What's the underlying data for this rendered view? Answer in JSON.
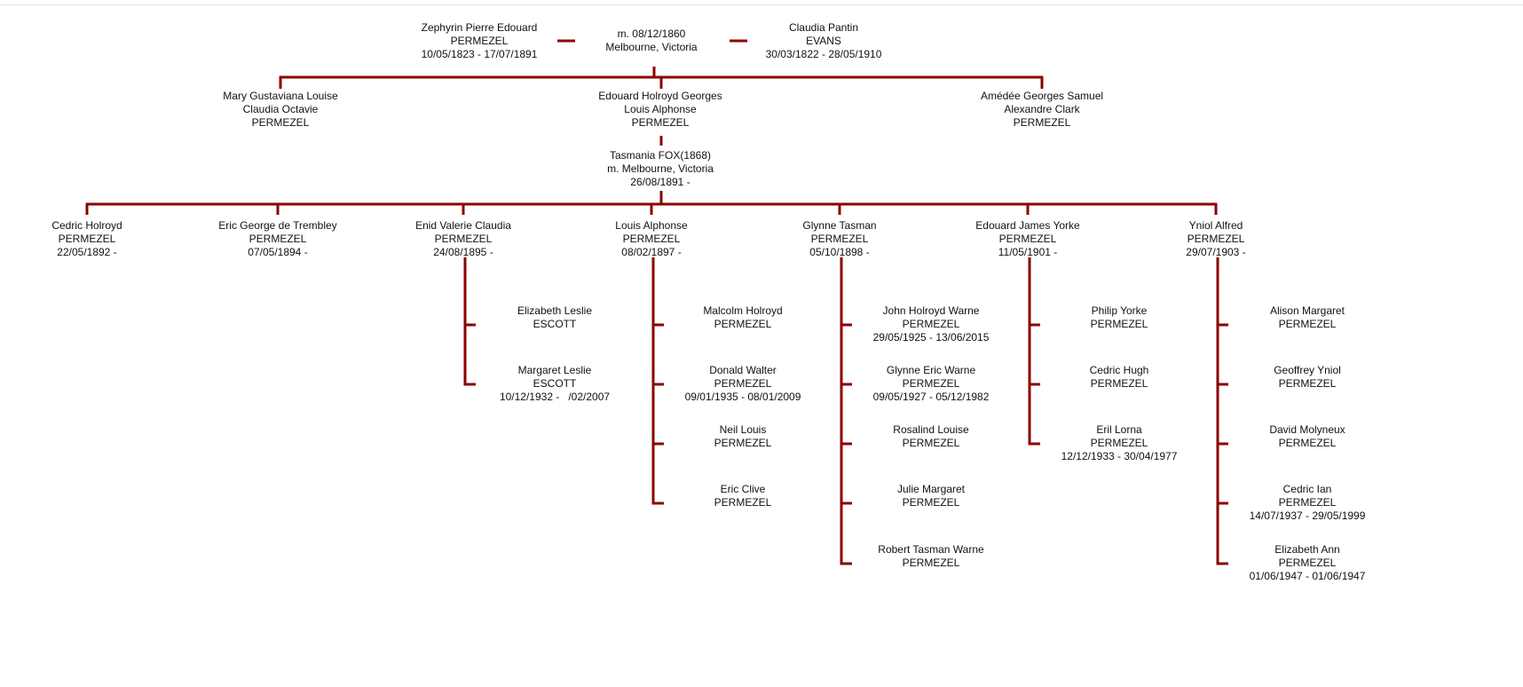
{
  "colors": {
    "line": "#8b0000",
    "text": "#111111",
    "background": "#ffffff"
  },
  "root": {
    "husband": {
      "lines": [
        "Zephyrin Pierre Edouard",
        "PERMEZEL",
        "10/05/1823 - 17/07/1891"
      ]
    },
    "marriage": {
      "lines": [
        "m. 08/12/1860",
        "Melbourne, Victoria"
      ]
    },
    "wife": {
      "lines": [
        "Claudia Pantin",
        "EVANS",
        "30/03/1822 - 28/05/1910"
      ]
    }
  },
  "generation2": [
    {
      "lines": [
        "Mary Gustaviana Louise",
        "Claudia Octavie",
        "PERMEZEL"
      ]
    },
    {
      "lines": [
        "Edouard Holroyd Georges",
        "Louis Alphonse",
        "PERMEZEL"
      ]
    },
    {
      "lines": [
        "Amédée Georges Samuel",
        "Alexandre Clark",
        "PERMEZEL"
      ]
    }
  ],
  "spouse": {
    "lines": [
      "Tasmania FOX(1868)",
      "m. Melbourne, Victoria",
      "26/08/1891 -"
    ]
  },
  "generation3": [
    {
      "lines": [
        "Cedric Holroyd",
        "PERMEZEL",
        "22/05/1892 -"
      ],
      "children": []
    },
    {
      "lines": [
        "Eric George de Trembley",
        "PERMEZEL",
        "07/05/1894 -"
      ],
      "children": []
    },
    {
      "lines": [
        "Enid Valerie Claudia",
        "PERMEZEL",
        "24/08/1895 -"
      ],
      "children": [
        {
          "lines": [
            "Elizabeth Leslie",
            "ESCOTT"
          ]
        },
        {
          "lines": [
            "Margaret Leslie",
            "ESCOTT",
            "10/12/1932 -   /02/2007"
          ]
        }
      ]
    },
    {
      "lines": [
        "Louis Alphonse",
        "PERMEZEL",
        "08/02/1897 -"
      ],
      "children": [
        {
          "lines": [
            "Malcolm Holroyd",
            "PERMEZEL"
          ]
        },
        {
          "lines": [
            "Donald Walter",
            "PERMEZEL",
            "09/01/1935 - 08/01/2009"
          ]
        },
        {
          "lines": [
            "Neil Louis",
            "PERMEZEL"
          ]
        },
        {
          "lines": [
            "Eric Clive",
            "PERMEZEL"
          ]
        }
      ]
    },
    {
      "lines": [
        "Glynne Tasman",
        "PERMEZEL",
        "05/10/1898 -"
      ],
      "children": [
        {
          "lines": [
            "John Holroyd Warne",
            "PERMEZEL",
            "29/05/1925 - 13/06/2015"
          ]
        },
        {
          "lines": [
            "Glynne Eric Warne",
            "PERMEZEL",
            "09/05/1927 - 05/12/1982"
          ]
        },
        {
          "lines": [
            "Rosalind Louise",
            "PERMEZEL"
          ]
        },
        {
          "lines": [
            "Julie Margaret",
            "PERMEZEL"
          ]
        },
        {
          "lines": [
            "Robert Tasman Warne",
            "PERMEZEL"
          ]
        }
      ]
    },
    {
      "lines": [
        "Edouard James Yorke",
        "PERMEZEL",
        "11/05/1901 -"
      ],
      "children": [
        {
          "lines": [
            "Philip Yorke",
            "PERMEZEL"
          ]
        },
        {
          "lines": [
            "Cedric Hugh",
            "PERMEZEL"
          ]
        },
        {
          "lines": [
            "Eril Lorna",
            "PERMEZEL",
            "12/12/1933 - 30/04/1977"
          ]
        }
      ]
    },
    {
      "lines": [
        "Yniol Alfred",
        "PERMEZEL",
        "29/07/1903 -"
      ],
      "children": [
        {
          "lines": [
            "Alison Margaret",
            "PERMEZEL"
          ]
        },
        {
          "lines": [
            "Geoffrey Yniol",
            "PERMEZEL"
          ]
        },
        {
          "lines": [
            "David Molyneux",
            "PERMEZEL"
          ]
        },
        {
          "lines": [
            "Cedric Ian",
            "PERMEZEL",
            "14/07/1937 - 29/05/1999"
          ]
        },
        {
          "lines": [
            "Elizabeth Ann",
            "PERMEZEL",
            "01/06/1947 - 01/06/1947"
          ]
        }
      ]
    }
  ]
}
